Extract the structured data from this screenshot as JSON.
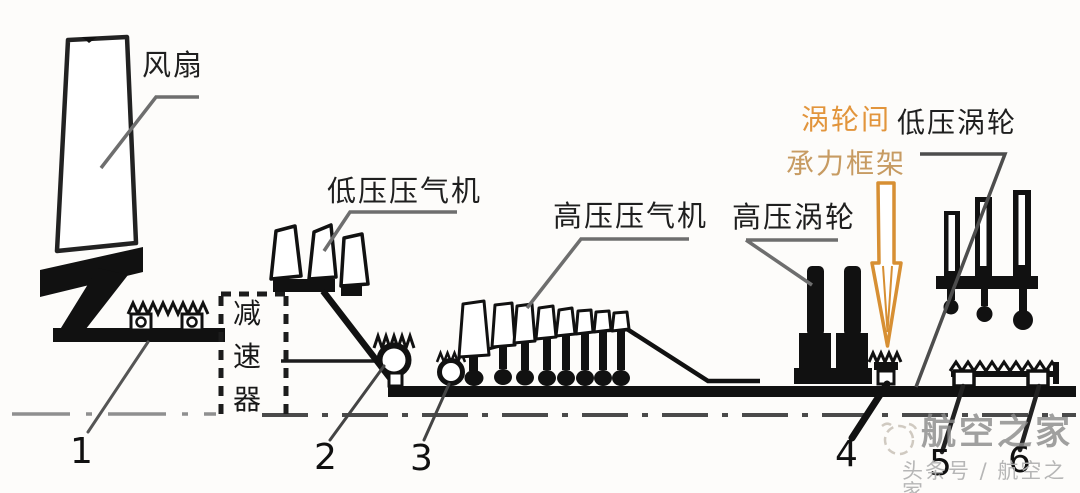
{
  "diagram": {
    "labels": {
      "fan": "风扇",
      "lp_compressor": "低压压气机",
      "hp_compressor": "高压压气机",
      "hp_turbine": "高压涡轮",
      "inter_turbine_frame": [
        "涡轮间",
        "承力框架"
      ],
      "lp_turbine": "低压涡轮",
      "reducer": [
        "减",
        "速",
        "器"
      ]
    },
    "callouts": [
      "1",
      "2",
      "3",
      "4",
      "5",
      "6"
    ],
    "colors": {
      "line": "#1a1a1a",
      "leader_gray": "#6e6e6e",
      "arrow_orange": "#D78F33",
      "label_orange": "#E2953C",
      "label_tan": "#C79B62"
    }
  },
  "watermark": {
    "brand": "航空之家",
    "byline": "头条号 / 航空之家"
  }
}
